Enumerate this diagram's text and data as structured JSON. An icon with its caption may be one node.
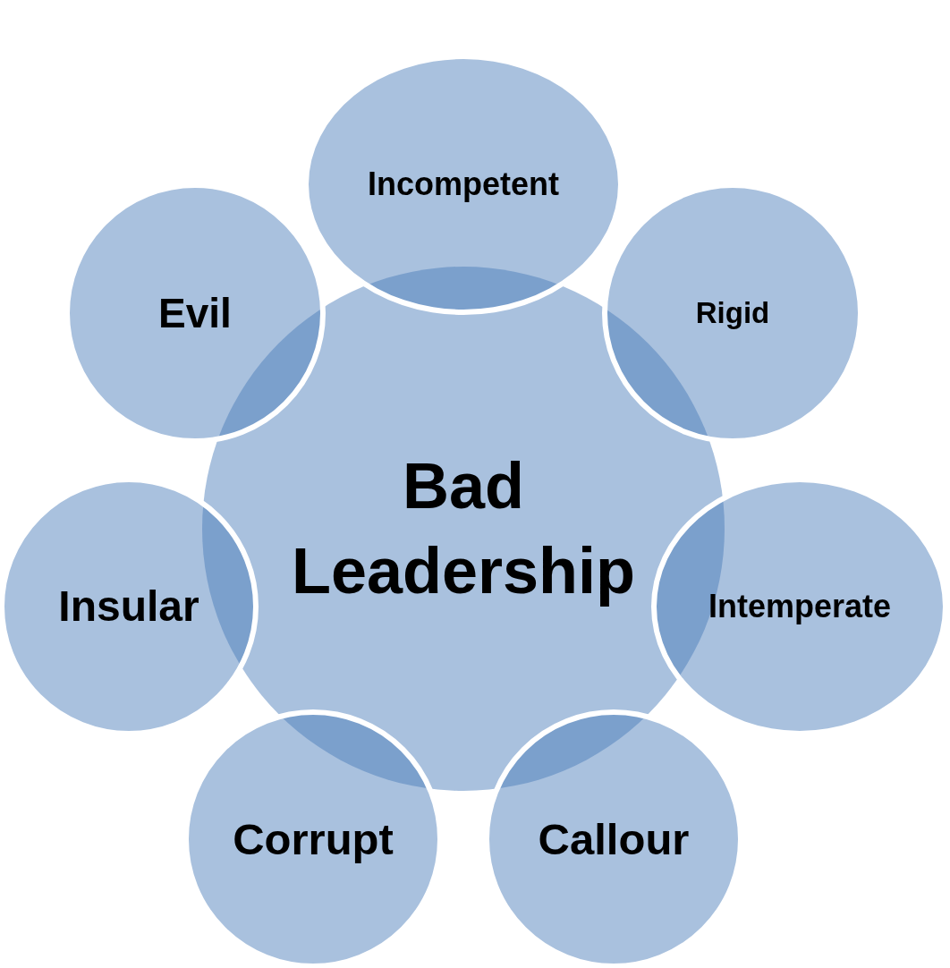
{
  "diagram": {
    "nodes": [
      {
        "text": [
          "Bad Leadership"
        ]
      },
      {
        "text": [
          "Incompetent"
        ]
      },
      {
        "text": [
          "Rigid"
        ]
      },
      {
        "text": [
          "Intemperate"
        ]
      },
      {
        "text": [
          "Callour"
        ]
      },
      {
        "text": [
          "Corrupt"
        ]
      },
      {
        "text": [
          "Insular"
        ]
      },
      {
        "text": [
          "Evil"
        ]
      }
    ]
  }
}
